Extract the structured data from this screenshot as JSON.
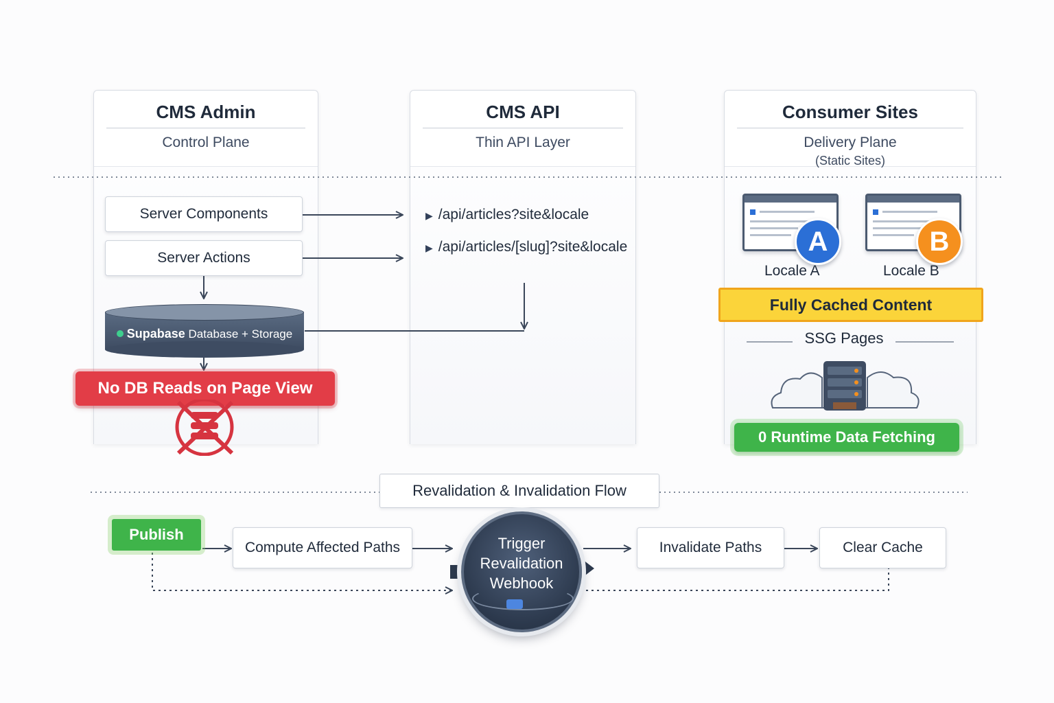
{
  "columns": {
    "cms_admin": {
      "title": "CMS Admin",
      "subtitle": "Control Plane"
    },
    "cms_api": {
      "title": "CMS API",
      "subtitle": "Thin API Layer"
    },
    "consumer": {
      "title": "Consumer Sites",
      "subtitle": "Delivery Plane",
      "subtitle2": "(Static Sites)"
    }
  },
  "admin": {
    "server_components": "Server Components",
    "server_actions": "Server Actions",
    "db_brand": "Supabase",
    "db_rest": "Database + Storage",
    "no_db_reads": "No DB Reads on Page View"
  },
  "api": {
    "endpoints": [
      "/api/articles?site&locale",
      "/api/articles/[slug]?site&locale"
    ]
  },
  "sites": {
    "locale_a_letter": "A",
    "locale_b_letter": "B",
    "locale_a": "Locale A",
    "locale_b": "Locale B",
    "cached": "Fully Cached Content",
    "ssg": "SSG Pages",
    "runtime": "0 Runtime Data Fetching"
  },
  "flow": {
    "title": "Revalidation & Invalidation Flow",
    "publish": "Publish",
    "compute": "Compute Affected Paths",
    "hub": [
      "Trigger",
      "Revalidation",
      "Webhook"
    ],
    "invalidate": "Invalidate Paths",
    "clear": "Clear Cache"
  },
  "colors": {
    "red": "#e23d47",
    "green": "#3fb44a",
    "yellow": "#fbd43a",
    "blue_a": "#2b6fd6",
    "orange_b": "#f5901e",
    "navy": "#2c394d"
  },
  "icons": [
    "database-icon",
    "no-database-icon",
    "browser-window-icon",
    "cloud-server-icon",
    "webhook-plug-icon",
    "arrow-icon"
  ]
}
